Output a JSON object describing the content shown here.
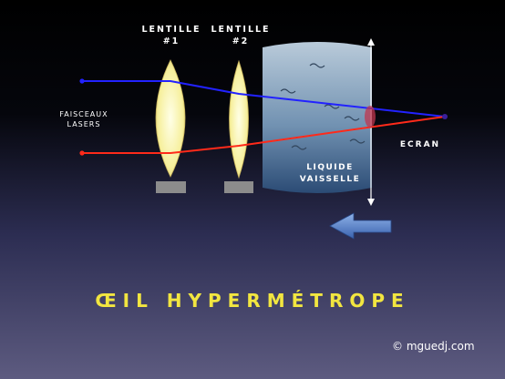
{
  "lens1": {
    "line1": "LENTILLE",
    "line2": "#1"
  },
  "lens2": {
    "line1": "LENTILLE",
    "line2": "#2"
  },
  "beams_label": {
    "line1": "FAISCEAUX",
    "line2": "LASERS"
  },
  "liquid_label": {
    "line1": "LIQUIDE",
    "line2": "VAISSELLE"
  },
  "screen_label": "ECRAN",
  "title": "ŒIL HYPERMÉTROPE",
  "credit": "© mguedj.com",
  "colors": {
    "beam_top": "#2222ff",
    "beam_bottom": "#ff2a1a",
    "lens_fill": "#fbf7b0",
    "title": "#f2e640",
    "arrow": "#4d78c4"
  }
}
